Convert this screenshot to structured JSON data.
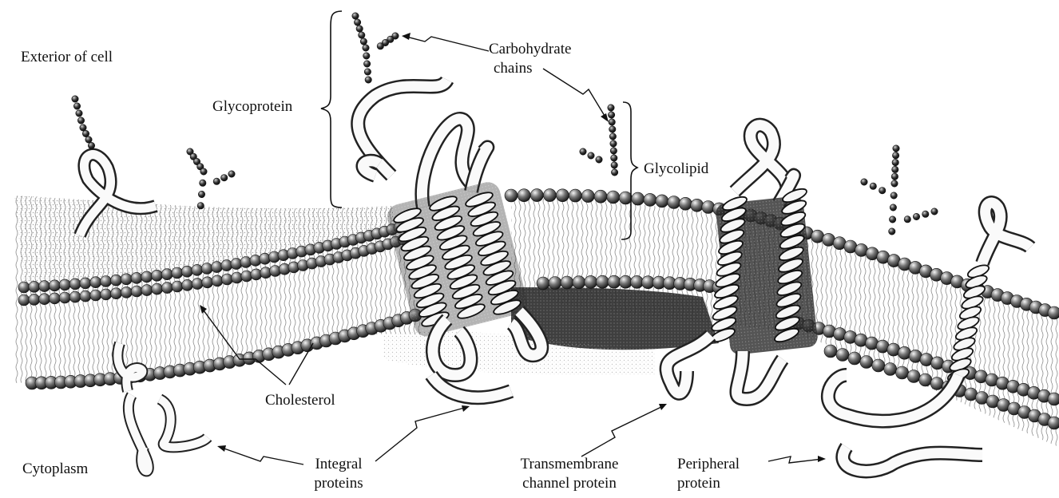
{
  "labels": {
    "exterior": "Exterior of cell",
    "glycoprotein": "Glycoprotein",
    "carbohydrate_line1": "Carbohydrate",
    "carbohydrate_line2": "chains",
    "glycolipid": "Glycolipid",
    "cholesterol": "Cholesterol",
    "cytoplasm": "Cytoplasm",
    "integral_line1": "Integral",
    "integral_line2": "proteins",
    "transmembrane_line1": "Transmembrane",
    "transmembrane_line2": "channel protein",
    "peripheral_line1": "Peripheral",
    "peripheral_line2": "protein"
  },
  "colors": {
    "ink": "#111111",
    "head_light": "#f4f4f4",
    "head_dark": "#1a1a1a",
    "tail": "#9a9a9a",
    "background": "#ffffff"
  }
}
